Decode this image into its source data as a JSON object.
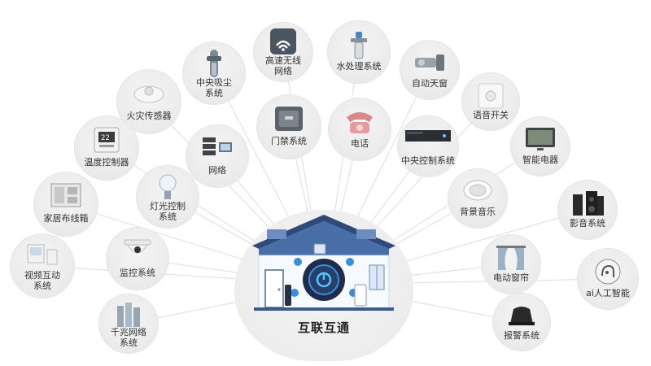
{
  "hub": {
    "title": "互联互通"
  },
  "nodes": [
    {
      "id": "central-vacuum",
      "label": "中央吸尘\n系统",
      "icon": "vacuum-icon"
    },
    {
      "id": "wireless",
      "label": "高速无线\n网络",
      "icon": "wifi-icon"
    },
    {
      "id": "water",
      "label": "水处理系统",
      "icon": "water-filter-icon"
    },
    {
      "id": "auto-skylight",
      "label": "自动天窗",
      "icon": "skylight-motor-icon"
    },
    {
      "id": "fire-sensor",
      "label": "火灾传感器",
      "icon": "smoke-detector-icon"
    },
    {
      "id": "voice-switch",
      "label": "语音开关",
      "icon": "switch-panel-icon"
    },
    {
      "id": "thermostat",
      "label": "温度控制器",
      "icon": "thermostat-icon"
    },
    {
      "id": "network",
      "label": "网络",
      "icon": "network-server-icon"
    },
    {
      "id": "access-control",
      "label": "门禁系统",
      "icon": "card-reader-icon"
    },
    {
      "id": "telephone",
      "label": "电话",
      "icon": "telephone-icon"
    },
    {
      "id": "central-control",
      "label": "中央控制系统",
      "icon": "control-box-icon"
    },
    {
      "id": "smart-appliance",
      "label": "智能电器",
      "icon": "tv-icon"
    },
    {
      "id": "wiring-box",
      "label": "家居布线箱",
      "icon": "wiring-cabinet-icon"
    },
    {
      "id": "lighting",
      "label": "灯光控制\n系统",
      "icon": "light-bulb-icon"
    },
    {
      "id": "bg-music",
      "label": "背景音乐",
      "icon": "ceiling-speaker-icon"
    },
    {
      "id": "home-theater",
      "label": "影音系统",
      "icon": "speakers-icon"
    },
    {
      "id": "video-intercom",
      "label": "视频互动\n系统",
      "icon": "video-intercom-icon"
    },
    {
      "id": "monitoring",
      "label": "监控系统",
      "icon": "dome-camera-icon"
    },
    {
      "id": "curtain",
      "label": "电动窗帘",
      "icon": "curtain-icon"
    },
    {
      "id": "ai",
      "label": "ai人工智能",
      "icon": "ai-head-icon"
    },
    {
      "id": "gigabit",
      "label": "千兆网络\n系统",
      "icon": "server-rack-icon"
    },
    {
      "id": "alarm",
      "label": "报警系统",
      "icon": "alarm-device-icon"
    }
  ]
}
